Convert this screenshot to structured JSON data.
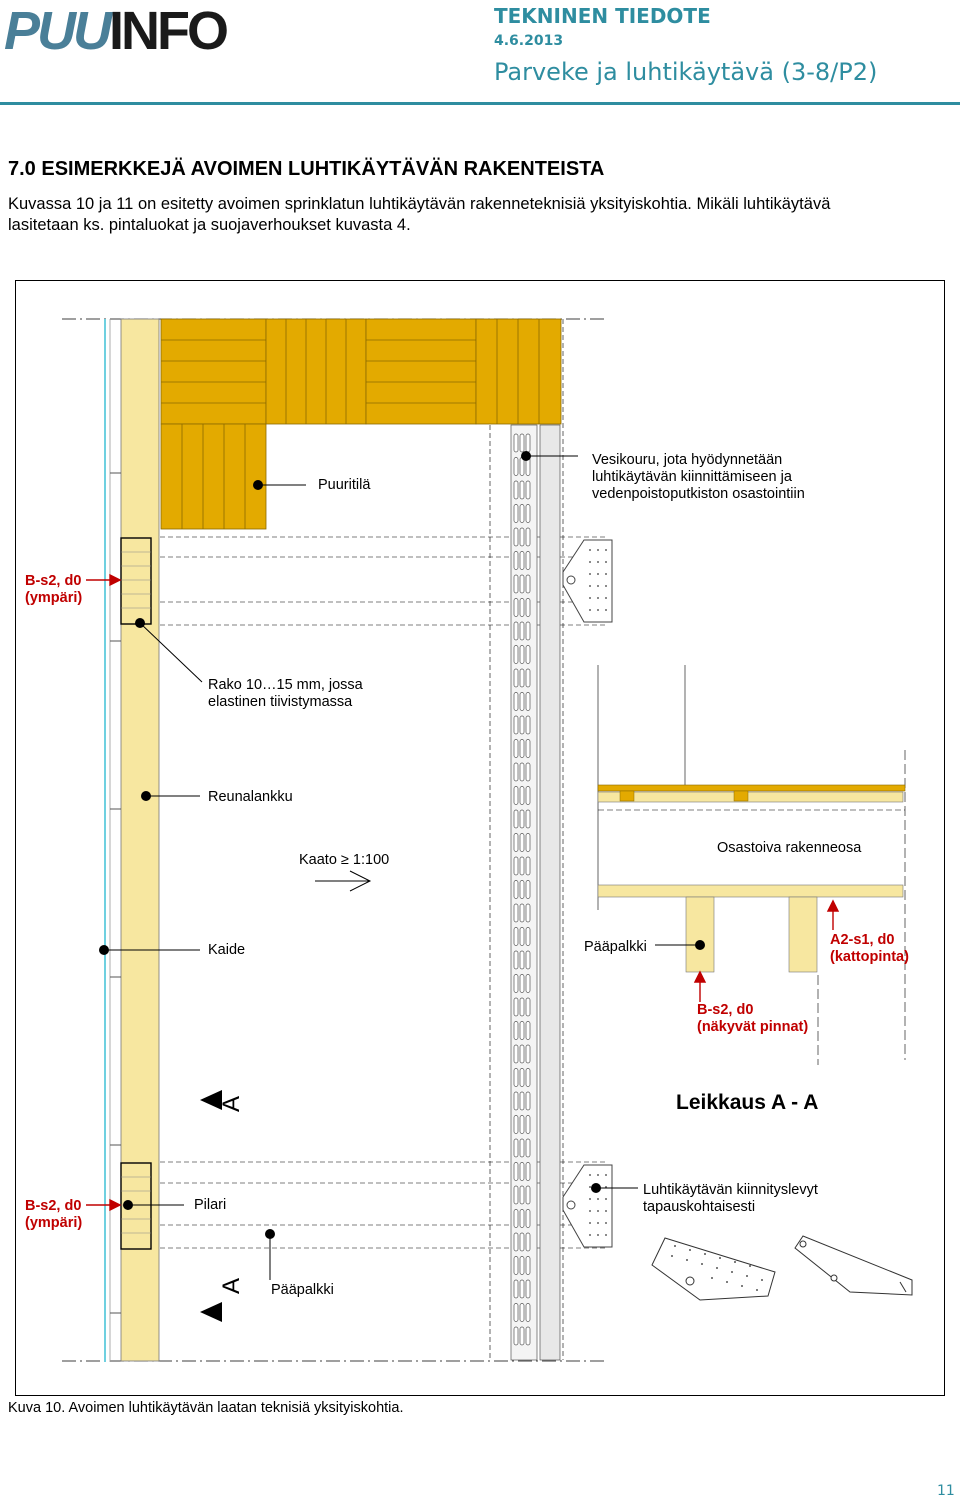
{
  "header": {
    "logo_part1": "PUU",
    "logo_part2": "INFO",
    "doc_type": "TEKNINEN TIEDOTE",
    "date": "4.6.2013",
    "doc_title": "Parveke ja luhtikäytävä (3-8/P2)"
  },
  "section": {
    "title": "7.0 ESIMERKKEJÄ AVOIMEN LUHTIKÄYTÄVÄN RAKENTEISTA",
    "intro_line1": "Kuvassa 10 ja 11 on esitetty avoimen sprinklatun luhtikäytävän rakenneteknisiä yksityiskohtia. Mikäli luhtikäytävä",
    "intro_line2": "lasitetaan ks. pintaluokat ja suojaverhoukset kuvasta 4."
  },
  "figure": {
    "labels": {
      "puuritila": "Puuritilä",
      "vesikouru_1": "Vesikouru, jota hyödynnetään",
      "vesikouru_2": "luhtikäytävän kiinnittämiseen ja",
      "vesikouru_3": "vedenpoistoputkiston osastointiin",
      "bs2_top_1": "B-s2, d0",
      "bs2_top_2": "(ympäri)",
      "rako_1": "Rako 10…15 mm, jossa",
      "rako_2": "elastinen tiivistymassa",
      "reunalankku": "Reunalankku",
      "kaato": "Kaato ≥ 1:100",
      "osastoiva": "Osastoiva rakenneosa",
      "kaide": "Kaide",
      "paapalkki_section": "Pääpalkki",
      "a2s1_1": "A2-s1, d0",
      "a2s1_2": "(kattopinta)",
      "bs2_visible_1": "B-s2, d0",
      "bs2_visible_2": "(näkyvät pinnat)",
      "leikkaus": "Leikkaus A - A",
      "section_mark_top": "A",
      "section_mark_bottom": "A",
      "bs2_bottom_1": "B-s2, d0",
      "bs2_bottom_2": "(ympäri)",
      "pilari": "Pilari",
      "kiinnityslevyt_1": "Luhtikäytävän kiinnityslevyt",
      "kiinnityslevyt_2": "tapauskohtaisesti",
      "paapalkki_bottom": "Pääpalkki"
    },
    "colors": {
      "wood": "#e3aa00",
      "wood_light": "#f7e7a0",
      "red": "#c00000"
    }
  },
  "caption": "Kuva 10. Avoimen luhtikäytävän laatan teknisiä yksityiskohtia.",
  "page_number": "11"
}
